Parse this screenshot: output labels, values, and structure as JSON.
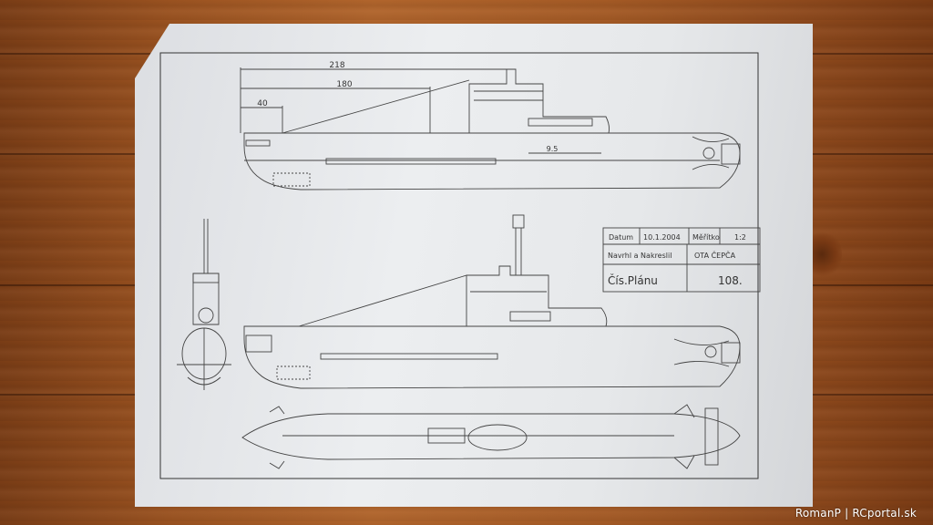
{
  "dimensions": {
    "d218": "218",
    "d180": "180",
    "d40": "40",
    "d95": "9.5"
  },
  "title_block": {
    "datum_label": "Datum",
    "datum_value": "10.1.2004",
    "meritko_label": "Měřítko",
    "meritko_value": "1:2",
    "navrhl_label": "Navrhl a Nakreslil",
    "navrhl_value": "OTA ČEPČA",
    "cis_planu_label": "Čís.Plánu",
    "cis_planu_value": "108."
  },
  "watermark": "RomanP | RCportal.sk"
}
